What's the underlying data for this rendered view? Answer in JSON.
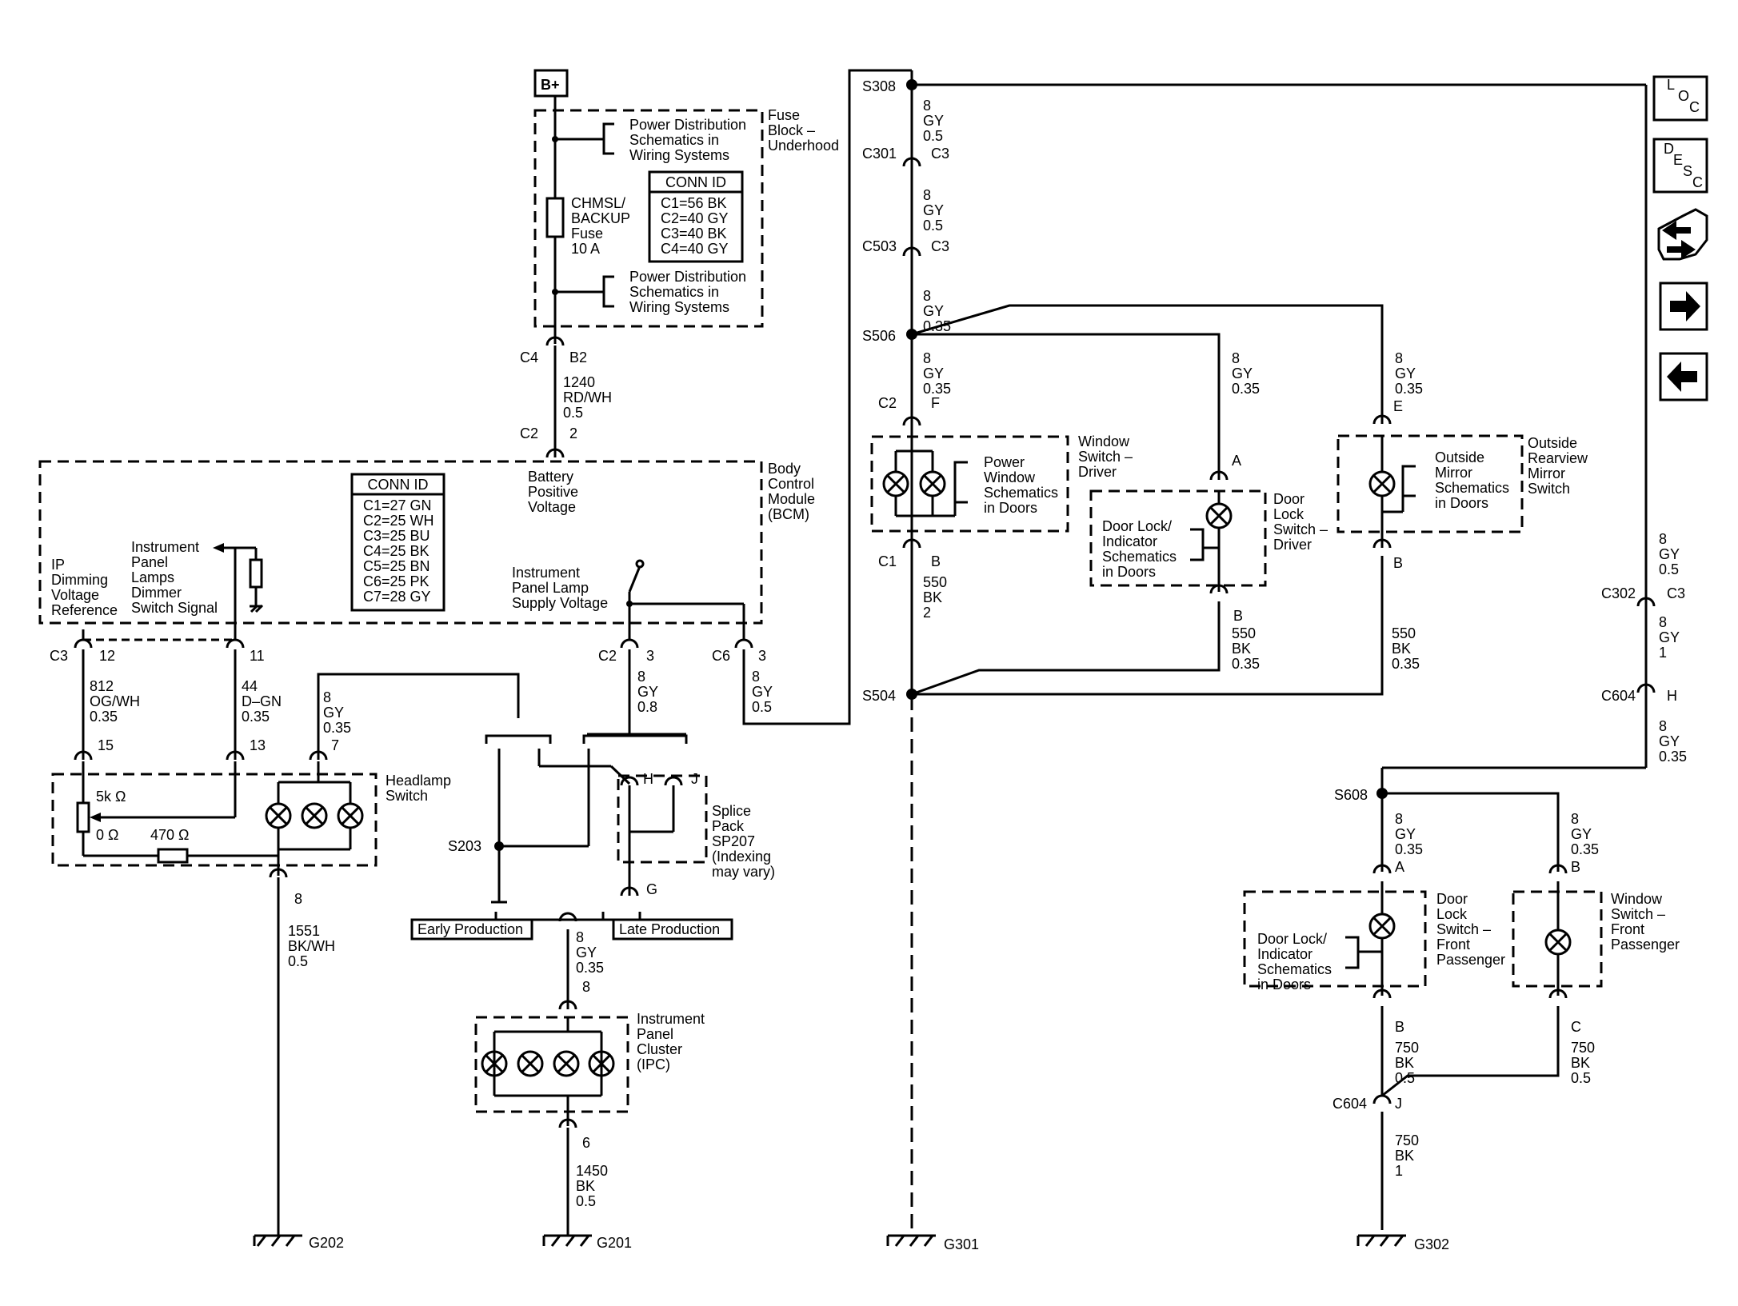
{
  "labels": {
    "bplus": "B+",
    "fuse_block": [
      "Fuse",
      "Block –",
      "Underhood"
    ],
    "pds1": [
      "Power Distribution",
      "Schematics in",
      "Wiring Systems"
    ],
    "pds2": [
      "Power Distribution",
      "Schematics in",
      "Wiring Systems"
    ],
    "fuse": [
      "CHMSL/",
      "BACKUP",
      "Fuse",
      "10 A"
    ],
    "conn_fuse": {
      "title": "CONN ID",
      "rows": [
        "C1=56 BK",
        "C2=40 GY",
        "C3=40 BK",
        "C4=40 GY"
      ]
    },
    "c4": "C4",
    "b2": "B2",
    "w1240": [
      "1240",
      "RD/WH",
      "0.5"
    ],
    "c2_top": "C2",
    "p2": "2",
    "bpv": [
      "Battery",
      "Positive",
      "Voltage"
    ],
    "bcm": [
      "Body",
      "Control",
      "Module",
      "(BCM)"
    ],
    "conn_bcm": {
      "title": "CONN ID",
      "rows": [
        "C1=27 GN",
        "C2=25 WH",
        "C3=25 BU",
        "C4=25 BK",
        "C5=25 BN",
        "C6=25 PK",
        "C7=28 GY"
      ]
    },
    "ipd": [
      "IP",
      "Dimming",
      "Voltage",
      "Reference"
    ],
    "ipl": [
      "Instrument",
      "Panel",
      "Lamps",
      "Dimmer",
      "Switch Signal"
    ],
    "ipls": [
      "Instrument",
      "Panel Lamp",
      "Supply Voltage"
    ],
    "c3": "C3",
    "p12": "12",
    "p11": "11",
    "c2_mid": "C2",
    "p3a": "3",
    "c6": "C6",
    "p3b": "3",
    "w812": [
      "812",
      "OG/WH",
      "0.35"
    ],
    "w44": [
      "44",
      "D–GN",
      "0.35"
    ],
    "w8gy_hs": [
      "8",
      "GY",
      "0.35"
    ],
    "w8gy_08": [
      "8",
      "GY",
      "0.8"
    ],
    "w8gy_05": [
      "8",
      "GY",
      "0.5"
    ],
    "p15": "15",
    "p13": "13",
    "p7": "7",
    "headlamp": [
      "Headlamp",
      "Switch"
    ],
    "r5k": "5k Ω",
    "r0": "0 Ω",
    "r470": "470 Ω",
    "p8_hs": "8",
    "w1551": [
      "1551",
      "BK/WH",
      "0.5"
    ],
    "g202": "G202",
    "s203": "S203",
    "sp_h": "H",
    "sp_j": "J",
    "sp_g": "G",
    "splice": [
      "Splice",
      "Pack",
      "SP207",
      "(Indexing",
      "may vary)"
    ],
    "early": "Early Production",
    "late": "Late Production",
    "w8gy_ipc": [
      "8",
      "GY",
      "0.35"
    ],
    "p8_ipc": "8",
    "ipc": [
      "Instrument",
      "Panel",
      "Cluster",
      "(IPC)"
    ],
    "p6": "6",
    "w1450": [
      "1450",
      "BK",
      "0.5"
    ],
    "g201": "G201",
    "s308": "S308",
    "w8a": [
      "8",
      "GY",
      "0.5"
    ],
    "c301": "C301",
    "c3_301": "C3",
    "w8b": [
      "8",
      "GY",
      "0.5"
    ],
    "c503": "C503",
    "c3_503": "C3",
    "w8c": [
      "8",
      "GY",
      "0.35"
    ],
    "s506": "S506",
    "w8d": [
      "8",
      "GY",
      "0.35"
    ],
    "w8e": [
      "8",
      "GY",
      "0.35"
    ],
    "w8f": [
      "8",
      "GY",
      "0.35"
    ],
    "c2_ws": "C2",
    "f": "F",
    "pw": [
      "Power",
      "Window",
      "Schematics",
      "in Doors"
    ],
    "ws_drv": [
      "Window",
      "Switch –",
      "Driver"
    ],
    "c1_ws": "C1",
    "b_ws": "B",
    "w550a": [
      "550",
      "BK",
      "2"
    ],
    "a_dl": "A",
    "dl_sch1": [
      "Door Lock/",
      "Indicator",
      "Schematics",
      "in Doors"
    ],
    "dls_drv": [
      "Door",
      "Lock",
      "Switch –",
      "Driver"
    ],
    "b_dl": "B",
    "w550b": [
      "550",
      "BK",
      "0.35"
    ],
    "e_om": "E",
    "om_sch": [
      "Outside",
      "Mirror",
      "Schematics",
      "in Doors"
    ],
    "orms": [
      "Outside",
      "Rearview",
      "Mirror",
      "Switch"
    ],
    "b_om": "B",
    "w550c": [
      "550",
      "BK",
      "0.35"
    ],
    "s504": "S504",
    "g301": "G301",
    "w8g": [
      "8",
      "GY",
      "0.5"
    ],
    "c302": "C302",
    "c3_302": "C3",
    "w8h": [
      "8",
      "GY",
      "1"
    ],
    "c604a": "C604",
    "h604": "H",
    "w8i": [
      "8",
      "GY",
      "0.35"
    ],
    "s608": "S608",
    "w8j": [
      "8",
      "GY",
      "0.35"
    ],
    "w8k": [
      "8",
      "GY",
      "0.35"
    ],
    "a_fp": "A",
    "b_wfp": "B",
    "dl_sch2": [
      "Door Lock/",
      "Indicator",
      "Schematics",
      "in Doors"
    ],
    "dls_fp": [
      "Door",
      "Lock",
      "Switch –",
      "Front",
      "Passenger"
    ],
    "ws_fp": [
      "Window",
      "Switch –",
      "Front",
      "Passenger"
    ],
    "b_fp": "B",
    "c_fp": "C",
    "w750a": [
      "750",
      "BK",
      "0.5"
    ],
    "w750b": [
      "750",
      "BK",
      "0.5"
    ],
    "c604b": "C604",
    "j604": "J",
    "w750c": [
      "750",
      "BK",
      "1"
    ],
    "g302": "G302"
  },
  "nav": {
    "loc": [
      "L",
      "O",
      "C"
    ],
    "desc": [
      "D",
      "E",
      "S",
      "C"
    ],
    "icons": [
      "connector-swap-icon",
      "arrow-right-icon",
      "arrow-left-icon"
    ]
  }
}
